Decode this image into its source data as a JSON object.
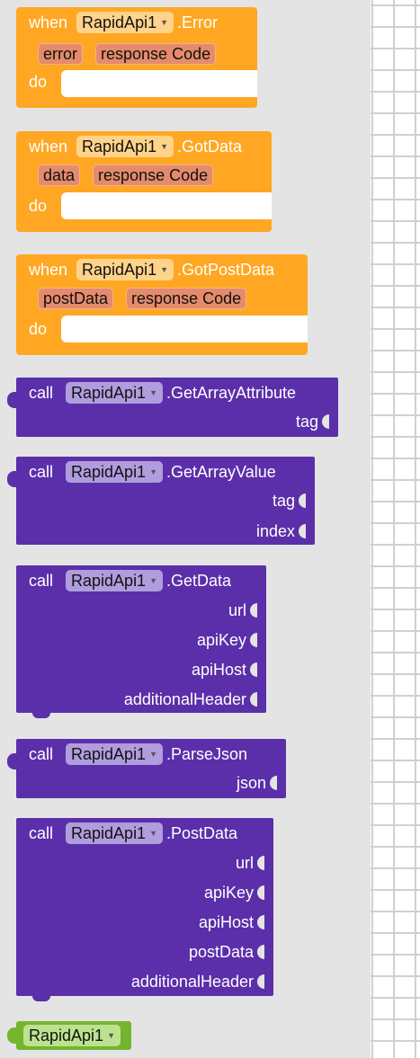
{
  "events": [
    {
      "when": "when",
      "component": "RapidApi1",
      "event": ".Error",
      "params": [
        "error",
        "response Code"
      ],
      "do": "do"
    },
    {
      "when": "when",
      "component": "RapidApi1",
      "event": ".GotData",
      "params": [
        "data",
        "response Code"
      ],
      "do": "do"
    },
    {
      "when": "when",
      "component": "RapidApi1",
      "event": ".GotPostData",
      "params": [
        "postData",
        "response Code"
      ],
      "do": "do"
    }
  ],
  "methods": [
    {
      "call": "call",
      "component": "RapidApi1",
      "method": ".GetArrayAttribute",
      "args": [
        "tag"
      ]
    },
    {
      "call": "call",
      "component": "RapidApi1",
      "method": ".GetArrayValue",
      "args": [
        "tag",
        "index"
      ]
    },
    {
      "call": "call",
      "component": "RapidApi1",
      "method": ".GetData",
      "args": [
        "url",
        "apiKey",
        "apiHost",
        "additionalHeader"
      ]
    },
    {
      "call": "call",
      "component": "RapidApi1",
      "method": ".ParseJson",
      "args": [
        "json"
      ]
    },
    {
      "call": "call",
      "component": "RapidApi1",
      "method": ".PostData",
      "args": [
        "url",
        "apiKey",
        "apiHost",
        "postData",
        "additionalHeader"
      ]
    }
  ],
  "getter": {
    "component": "RapidApi1"
  },
  "icons": {
    "dropdown": "dropdown-caret-icon"
  },
  "colors": {
    "event": "#ffa722",
    "method": "#5b2fa9",
    "getter": "#74b52f",
    "flyout": "#e4e4e4"
  }
}
